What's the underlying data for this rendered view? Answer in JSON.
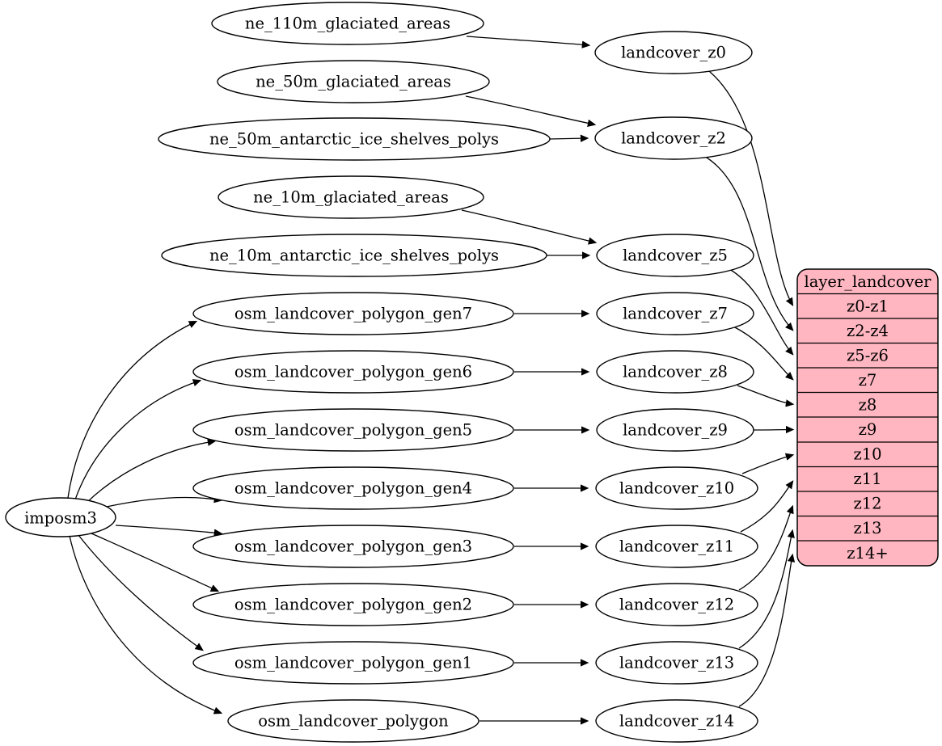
{
  "diagram": {
    "kind": "graphviz-flow",
    "colors": {
      "background": "#ffffff",
      "node_fill": "#ffffff",
      "node_stroke": "#000000",
      "edge_color": "#000000",
      "text_color": "#000000",
      "record_fill": "#ffb6c1"
    },
    "nodes": {
      "imposm3": "imposm3",
      "ne_110m_glaciated_areas": "ne_110m_glaciated_areas",
      "ne_50m_glaciated_areas": "ne_50m_glaciated_areas",
      "ne_50m_antarctic_ice_shelves_polys": "ne_50m_antarctic_ice_shelves_polys",
      "ne_10m_glaciated_areas": "ne_10m_glaciated_areas",
      "ne_10m_antarctic_ice_shelves_polys": "ne_10m_antarctic_ice_shelves_polys",
      "osm_landcover_polygon_gen7": "osm_landcover_polygon_gen7",
      "osm_landcover_polygon_gen6": "osm_landcover_polygon_gen6",
      "osm_landcover_polygon_gen5": "osm_landcover_polygon_gen5",
      "osm_landcover_polygon_gen4": "osm_landcover_polygon_gen4",
      "osm_landcover_polygon_gen3": "osm_landcover_polygon_gen3",
      "osm_landcover_polygon_gen2": "osm_landcover_polygon_gen2",
      "osm_landcover_polygon_gen1": "osm_landcover_polygon_gen1",
      "osm_landcover_polygon": "osm_landcover_polygon",
      "landcover_z0": "landcover_z0",
      "landcover_z2": "landcover_z2",
      "landcover_z5": "landcover_z5",
      "landcover_z7": "landcover_z7",
      "landcover_z8": "landcover_z8",
      "landcover_z9": "landcover_z9",
      "landcover_z10": "landcover_z10",
      "landcover_z11": "landcover_z11",
      "landcover_z12": "landcover_z12",
      "landcover_z13": "landcover_z13",
      "landcover_z14": "landcover_z14"
    },
    "record": {
      "title": "layer_landcover",
      "rows": [
        "z0-z1",
        "z2-z4",
        "z5-z6",
        "z7",
        "z8",
        "z9",
        "z10",
        "z11",
        "z12",
        "z13",
        "z14+"
      ]
    },
    "edges": [
      {
        "from": "imposm3",
        "to": "osm_landcover_polygon_gen7"
      },
      {
        "from": "imposm3",
        "to": "osm_landcover_polygon_gen6"
      },
      {
        "from": "imposm3",
        "to": "osm_landcover_polygon_gen5"
      },
      {
        "from": "imposm3",
        "to": "osm_landcover_polygon_gen4"
      },
      {
        "from": "imposm3",
        "to": "osm_landcover_polygon_gen3"
      },
      {
        "from": "imposm3",
        "to": "osm_landcover_polygon_gen2"
      },
      {
        "from": "imposm3",
        "to": "osm_landcover_polygon_gen1"
      },
      {
        "from": "imposm3",
        "to": "osm_landcover_polygon"
      },
      {
        "from": "ne_110m_glaciated_areas",
        "to": "landcover_z0"
      },
      {
        "from": "ne_50m_glaciated_areas",
        "to": "landcover_z2"
      },
      {
        "from": "ne_50m_antarctic_ice_shelves_polys",
        "to": "landcover_z2"
      },
      {
        "from": "ne_10m_glaciated_areas",
        "to": "landcover_z5"
      },
      {
        "from": "ne_10m_antarctic_ice_shelves_polys",
        "to": "landcover_z5"
      },
      {
        "from": "osm_landcover_polygon_gen7",
        "to": "landcover_z7"
      },
      {
        "from": "osm_landcover_polygon_gen6",
        "to": "landcover_z8"
      },
      {
        "from": "osm_landcover_polygon_gen5",
        "to": "landcover_z9"
      },
      {
        "from": "osm_landcover_polygon_gen4",
        "to": "landcover_z10"
      },
      {
        "from": "osm_landcover_polygon_gen3",
        "to": "landcover_z11"
      },
      {
        "from": "osm_landcover_polygon_gen2",
        "to": "landcover_z12"
      },
      {
        "from": "osm_landcover_polygon_gen1",
        "to": "landcover_z13"
      },
      {
        "from": "osm_landcover_polygon",
        "to": "landcover_z14"
      },
      {
        "from": "landcover_z0",
        "to": "layer_landcover:z0-z1"
      },
      {
        "from": "landcover_z2",
        "to": "layer_landcover:z2-z4"
      },
      {
        "from": "landcover_z5",
        "to": "layer_landcover:z5-z6"
      },
      {
        "from": "landcover_z7",
        "to": "layer_landcover:z7"
      },
      {
        "from": "landcover_z8",
        "to": "layer_landcover:z8"
      },
      {
        "from": "landcover_z9",
        "to": "layer_landcover:z9"
      },
      {
        "from": "landcover_z10",
        "to": "layer_landcover:z10"
      },
      {
        "from": "landcover_z11",
        "to": "layer_landcover:z11"
      },
      {
        "from": "landcover_z12",
        "to": "layer_landcover:z12"
      },
      {
        "from": "landcover_z13",
        "to": "layer_landcover:z13"
      },
      {
        "from": "landcover_z14",
        "to": "layer_landcover:z14+"
      }
    ]
  }
}
